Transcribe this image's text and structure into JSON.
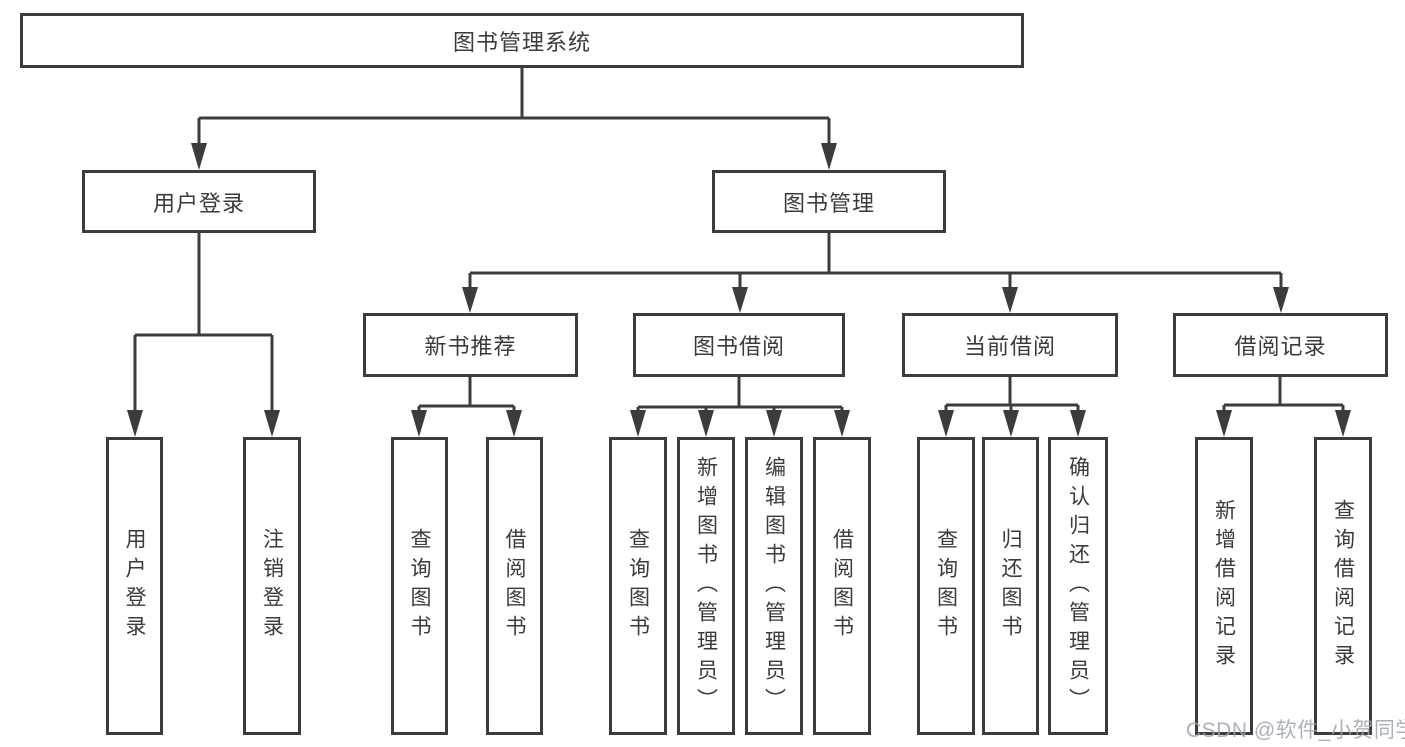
{
  "tree": {
    "root": {
      "label": "图书管理系统",
      "children": [
        {
          "label": "用户登录",
          "children": [
            {
              "label": "用户登录"
            },
            {
              "label": "注销登录"
            }
          ]
        },
        {
          "label": "图书管理",
          "children": [
            {
              "label": "新书推荐",
              "children": [
                {
                  "label": "查询图书"
                },
                {
                  "label": "借阅图书"
                }
              ]
            },
            {
              "label": "图书借阅",
              "children": [
                {
                  "label": "查询图书"
                },
                {
                  "label": "新增图书（管理员）"
                },
                {
                  "label": "编辑图书（管理员）"
                },
                {
                  "label": "借阅图书"
                }
              ]
            },
            {
              "label": "当前借阅",
              "children": [
                {
                  "label": "查询图书"
                },
                {
                  "label": "归还图书"
                },
                {
                  "label": "确认归还（管理员）"
                }
              ]
            },
            {
              "label": "借阅记录",
              "children": [
                {
                  "label": "新增借阅记录"
                },
                {
                  "label": "查询借阅记录"
                }
              ]
            }
          ]
        }
      ]
    }
  },
  "watermark": {
    "text": "CSDN @软件_小贺同学"
  },
  "colors": {
    "line": "#3c3c3c",
    "text": "#3b3b3b",
    "background": "#ffffff",
    "watermark": "#9ea3ae"
  }
}
